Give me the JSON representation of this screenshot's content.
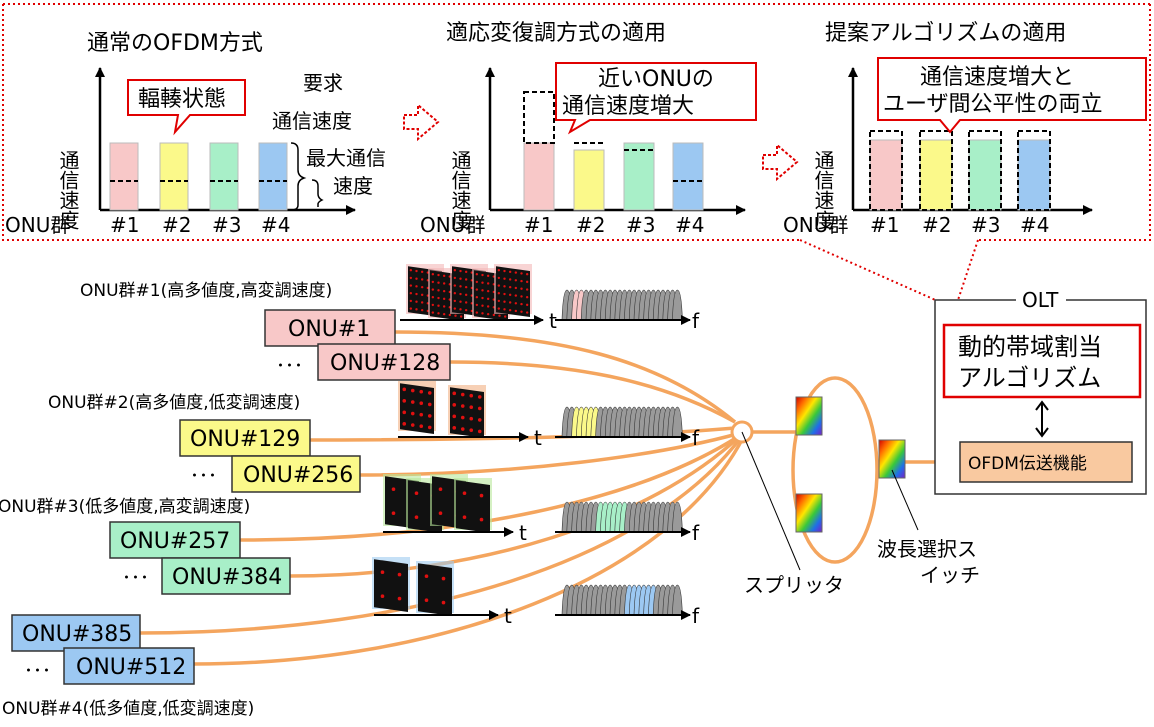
{
  "panels": [
    {
      "title": "通常のOFDM方式"
    },
    {
      "title": "適応変復調方式の適用"
    },
    {
      "title": "提案アルゴリズムの適用"
    }
  ],
  "axis": {
    "ylabel": "通信速度",
    "group_label": "ONU群",
    "categories": [
      "#1",
      "#2",
      "#3",
      "#4"
    ]
  },
  "panel1": {
    "callout": "輻輳状態",
    "required_label_1": "要求",
    "required_label_2": "通信速度",
    "max_label_1": "最大通信",
    "max_label_2": "速度"
  },
  "panel2": {
    "callout_1": "近いONUの",
    "callout_2": "通信速度増大"
  },
  "panel3": {
    "callout_1": "通信速度増大と",
    "callout_2": "ユーザ間公平性の両立"
  },
  "groups": [
    {
      "label": "ONU群#1(高多値度,高変調速度)",
      "first": "ONU#1",
      "last": "ONU#128"
    },
    {
      "label": "ONU群#2(高多値度,低変調速度)",
      "first": "ONU#129",
      "last": "ONU#256"
    },
    {
      "label": "ONU群#3(低多値度,高変調速度)",
      "first": "ONU#257",
      "last": "ONU#384"
    },
    {
      "label": "ONU群#4(低多値度,低変調速度)",
      "first": "ONU#385",
      "last": "ONU#512"
    }
  ],
  "ellipsis": "･･･",
  "time_label": "t",
  "freq_label": "f",
  "splitter_label": "スプリッタ",
  "wss_label_1": "波長選択ス",
  "wss_label_2": "イッチ",
  "olt": {
    "title": "OLT",
    "algo_1": "動的帯域割当",
    "algo_2": "アルゴリズム",
    "transport": "OFDM伝送機能"
  },
  "colors": {
    "group1": "#f8c8c8",
    "group2": "#fbf98a",
    "group3": "#a8efc8",
    "group4": "#9cc8f2",
    "fiber": "#f4a55e",
    "alert": "#e00000",
    "olt_fill": "#f9c9a0"
  }
}
